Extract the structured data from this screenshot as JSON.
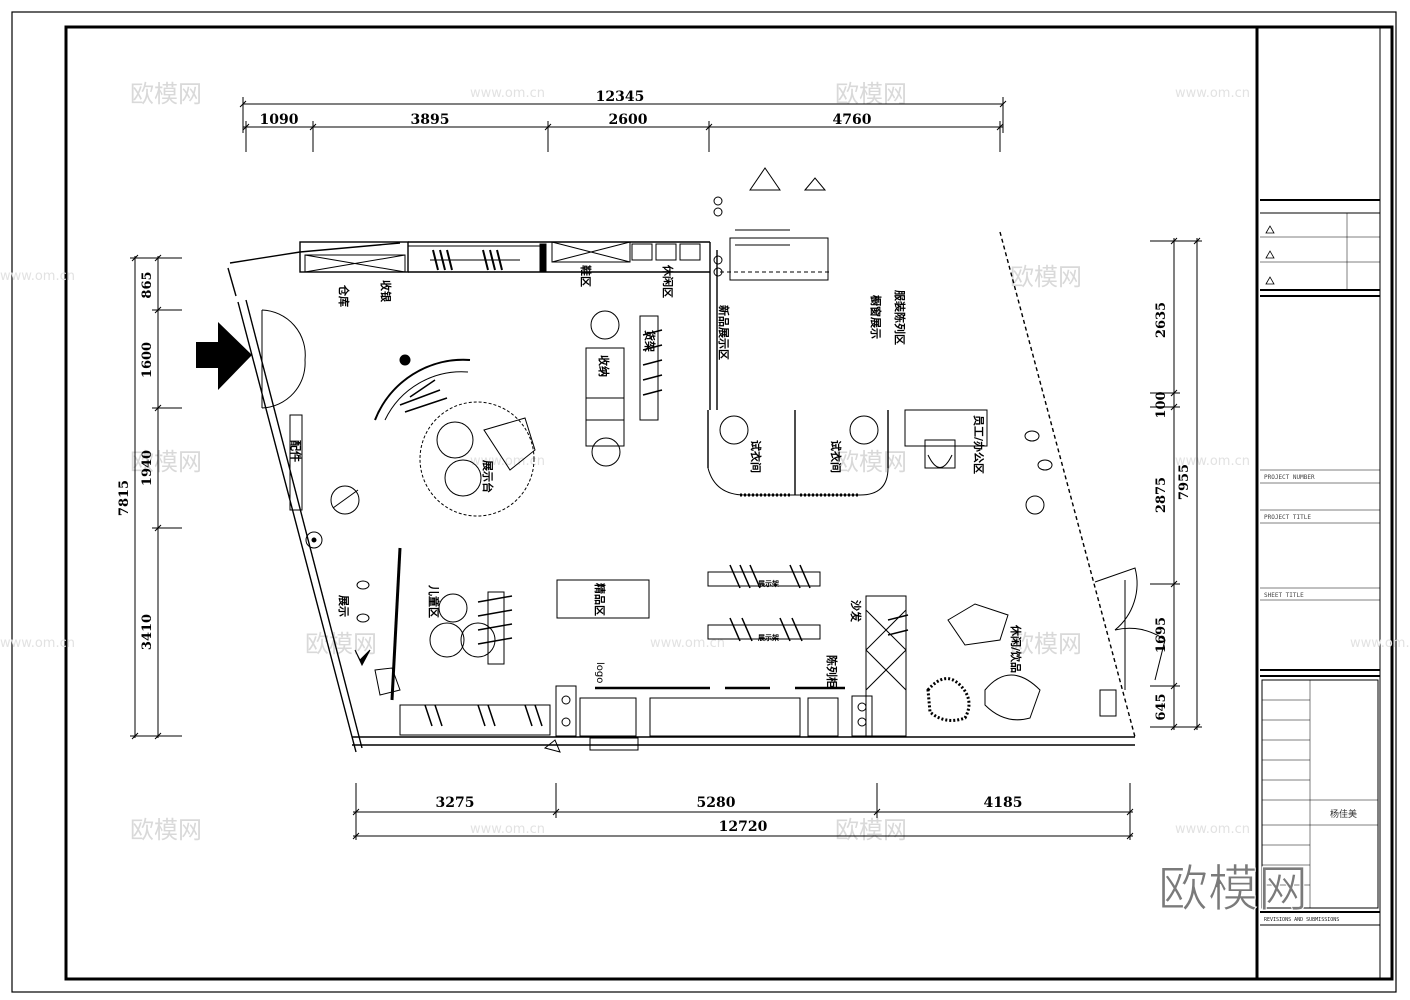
{
  "top_dims": {
    "overall": "12345",
    "segments": [
      "1090",
      "3895",
      "2600",
      "4760"
    ]
  },
  "bottom_dims": {
    "overall": "12720",
    "segments": [
      "3275",
      "5280",
      "4185"
    ]
  },
  "left_dims": {
    "overall": "7815",
    "segments": [
      "865",
      "1600",
      "1940",
      "3410"
    ]
  },
  "right_dims": {
    "overall": "7955",
    "segments": [
      "2635",
      "100",
      "2875",
      "1695",
      "645"
    ]
  },
  "rooms": {
    "r1": "仓库",
    "r2": "收银",
    "r3": "鞋区",
    "r4": "休闲区",
    "r5": "试衣间",
    "r6": "试衣间",
    "r7": "员工/办公区",
    "r8": "收纳",
    "r9": "展示台",
    "r10": "展示",
    "r11": "新品展示区",
    "r12": "儿童区",
    "r13": "精品区",
    "r14": "配件",
    "r15": "logo",
    "r16": "休闲/饮品",
    "r17": "展示架",
    "r18": "展示架",
    "r19": "陈列柜",
    "r20": "沙发",
    "r21": "货架",
    "r22": "橱窗展示",
    "r23": "服装陈列区"
  },
  "title_block": {
    "project_number_label": "PROJECT NUMBER",
    "project_title_label": "PROJECT TITLE",
    "sheet_title_label": "SHEET TITLE",
    "designer_value": "杨佳美",
    "footer_text": "REVISIONS AND SUBMISSIONS"
  },
  "watermark": {
    "logo_text": "欧模网",
    "url": "www.om.cn",
    "brand": "欧模网"
  }
}
